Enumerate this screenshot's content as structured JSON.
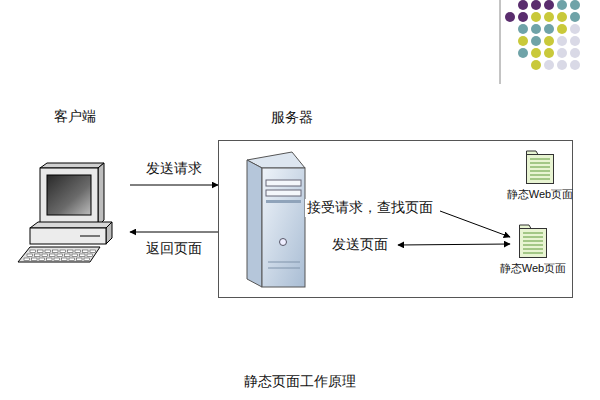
{
  "diagram": {
    "caption": "静态页面工作原理",
    "nodes": [
      {
        "text": [
          "客户端"
        ]
      },
      {
        "text": [
          "服务器"
        ]
      },
      {
        "text": [
          "静态Web页面"
        ],
        "in": 1
      },
      {
        "text": [
          "静态Web页面"
        ],
        "in": 1
      }
    ],
    "edges": [
      {
        "from": 0,
        "to": 1,
        "arrow": "to",
        "label": "发送请求"
      },
      {
        "from": 1,
        "to": 0,
        "arrow": "to",
        "label": "返回页面"
      }
    ],
    "labels": [
      "接受请求，查找页面",
      "发送页面"
    ]
  }
}
